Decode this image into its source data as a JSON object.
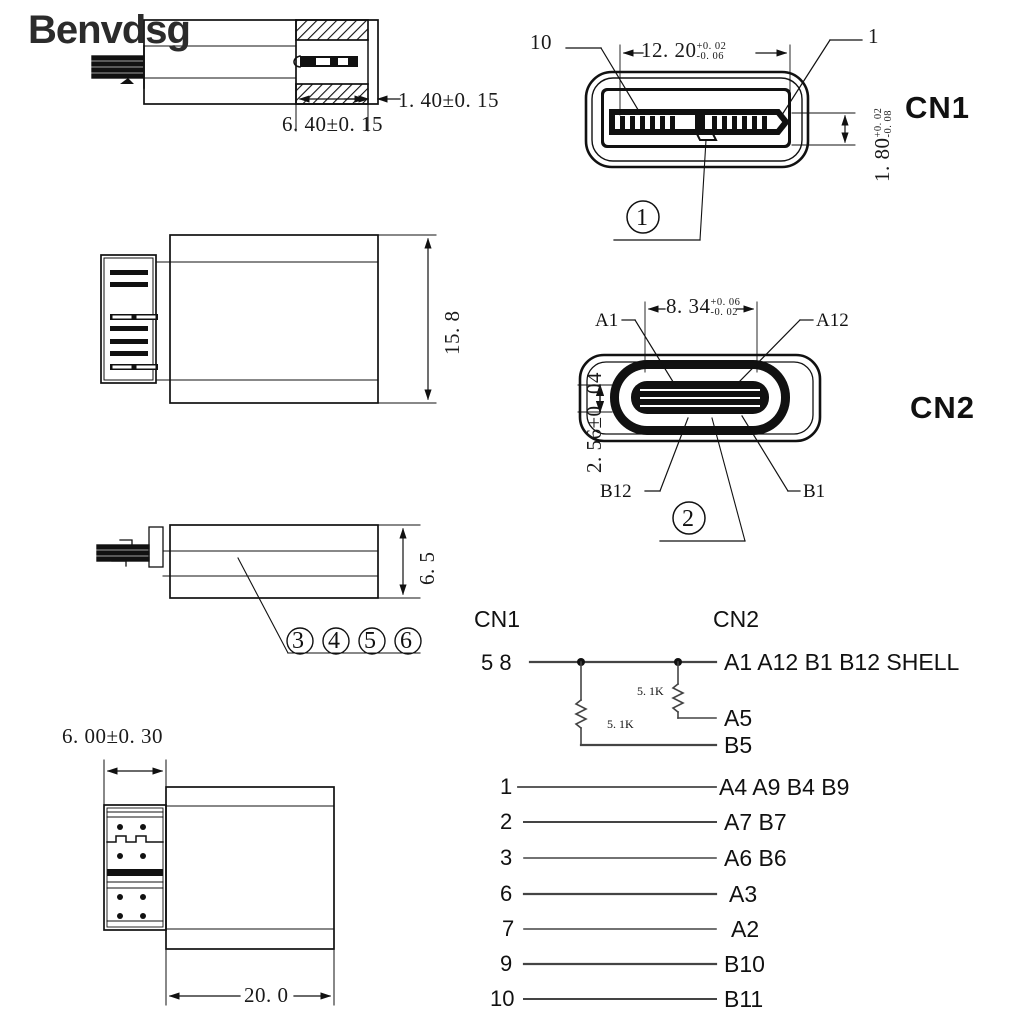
{
  "watermark": "Benvdsg",
  "views": {
    "section_view": {
      "name": "cross-section-side-view",
      "dims": [
        {
          "id": "d_640",
          "text": "6. 40",
          "tol": "±0. 15"
        },
        {
          "id": "d_140",
          "text": "1. 40",
          "tol": "±0. 15"
        }
      ]
    },
    "top_view": {
      "name": "top-view",
      "dims": [
        {
          "id": "d_158",
          "text": "15. 8",
          "tol": ""
        }
      ]
    },
    "side_view": {
      "name": "side-view",
      "dims": [
        {
          "id": "d_65",
          "text": "6. 5",
          "tol": ""
        }
      ],
      "balloons": [
        "3",
        "4",
        "5",
        "6"
      ]
    },
    "bottom_view": {
      "name": "bottom-view",
      "dims": [
        {
          "id": "d_600",
          "text": "6. 00",
          "tol": "±0. 30"
        },
        {
          "id": "d_200",
          "text": "20. 0",
          "tol": ""
        }
      ]
    }
  },
  "cn1": {
    "title": "CN1",
    "balloon": "1",
    "width_dim": {
      "value": "12. 20",
      "tol_upper": "+0. 02",
      "tol_lower": "-0. 06"
    },
    "height_dim": {
      "value": "1. 80",
      "tol_upper": "+0. 02",
      "tol_lower": "-0. 08"
    },
    "pin_left": "10",
    "pin_right": "1"
  },
  "cn2": {
    "title": "CN2",
    "balloon": "2",
    "width_dim": {
      "value": "8. 34",
      "tol_upper": "+0. 06",
      "tol_lower": "-0. 02"
    },
    "height_dim": {
      "value": "2. 56",
      "tol": "±0. 04"
    },
    "labels": {
      "top_left": "A1",
      "top_right": "A12",
      "bottom_left": "B12",
      "bottom_right": "B1"
    }
  },
  "wiring": {
    "header_left": "CN1",
    "header_right": "CN2",
    "resistor_value": "5. 1K",
    "resistor_value_2": "5. 1K",
    "shell_row": {
      "left": "5 8",
      "right": "A1 A12 B1 B12 SHELL"
    },
    "pullup_rows": [
      {
        "right": "A5"
      },
      {
        "right": "B5"
      }
    ],
    "rows": [
      {
        "left": "1",
        "right": "A4 A9 B4 B9"
      },
      {
        "left": "2",
        "right": "A7 B7"
      },
      {
        "left": "3",
        "right": "A6 B6"
      },
      {
        "left": "6",
        "right": "A3"
      },
      {
        "left": "7",
        "right": "A2"
      },
      {
        "left": "9",
        "right": "B10"
      },
      {
        "left": "10",
        "right": "B11"
      }
    ]
  },
  "colors": {
    "ink": "#111111",
    "paper": "#ffffff",
    "thin": "#555555"
  }
}
